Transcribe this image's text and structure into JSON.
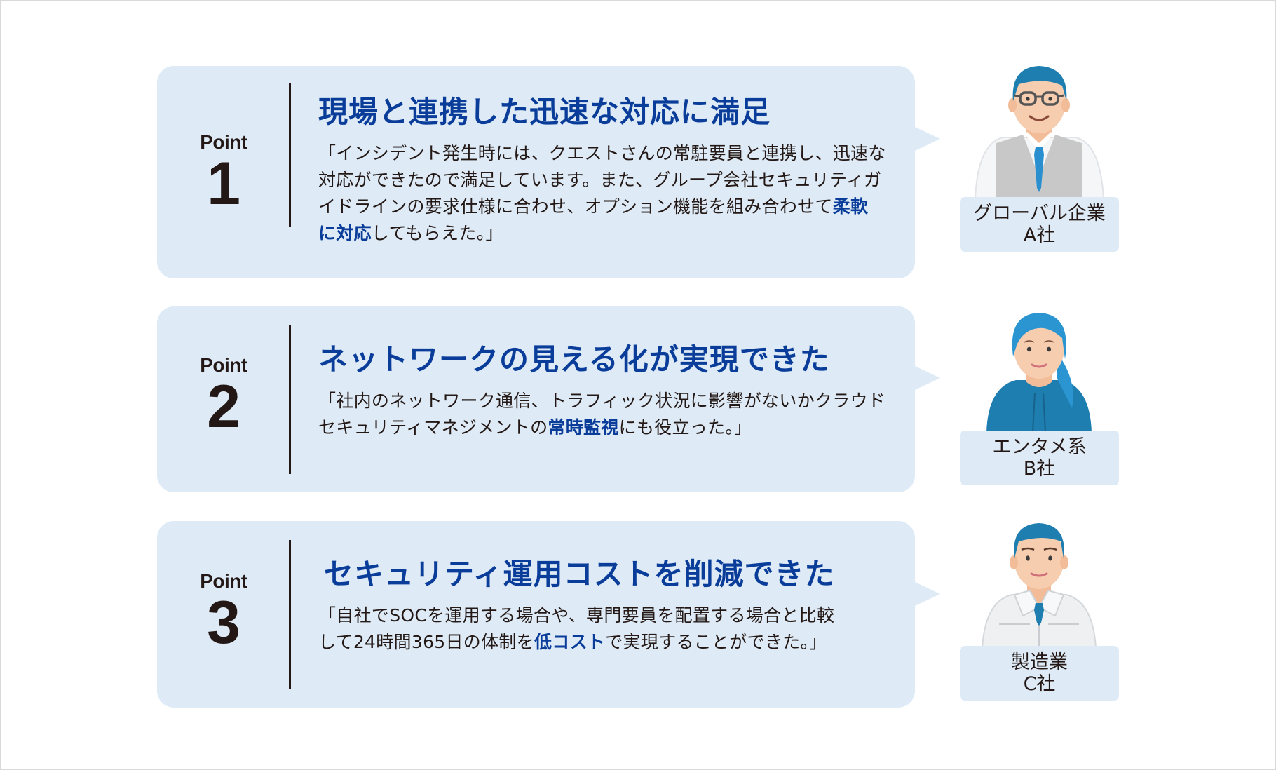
{
  "colors": {
    "card_bg": "#deebf6",
    "title": "#0a3d9a",
    "text": "#231815",
    "hair": "#1f7eb0",
    "skin": "#f7cdb0"
  },
  "points": [
    {
      "label": "Point",
      "number": "1",
      "title": "現場と連携した迅速な対応に満足",
      "body_lines": [
        {
          "pre": "「インシデント発生時には、クエストさんの常駐要員と連携し、迅速な",
          "hl": "",
          "post": ""
        },
        {
          "pre": "対応ができたので満足しています。また、グループ会社セキュリティガ",
          "hl": "",
          "post": ""
        },
        {
          "pre": "イドラインの要求仕様に合わせ、オプション機能を組み合わせて",
          "hl": "柔軟",
          "post": ""
        },
        {
          "pre": "",
          "hl": "に対応",
          "post": "してもらえた。」"
        }
      ],
      "persona": {
        "line1": "グローバル企業",
        "line2": "A社",
        "avatar": "man-with-glasses-vest-avatar"
      }
    },
    {
      "label": "Point",
      "number": "2",
      "title": "ネットワークの見える化が実現できた",
      "body_lines": [
        {
          "pre": "「社内のネットワーク通信、トラフィック状況に影響がないかクラウド",
          "hl": "",
          "post": ""
        },
        {
          "pre": "セキュリティマネジメントの",
          "hl": "常時監視",
          "post": "にも役立った。」"
        }
      ],
      "persona": {
        "line1": "エンタメ系",
        "line2": "B社",
        "avatar": "woman-ponytail-avatar"
      }
    },
    {
      "label": "Point",
      "number": "3",
      "title": "セキュリティ運用コストを削減できた",
      "body_lines": [
        {
          "pre": "「自社でSOCを運用する場合や、専門要員を配置する場合と比較",
          "hl": "",
          "post": ""
        },
        {
          "pre": "して24時間365日の体制を",
          "hl": "低コスト",
          "post": "で実現することができた。」"
        }
      ],
      "persona": {
        "line1": "製造業",
        "line2": "C社",
        "avatar": "man-work-uniform-avatar"
      }
    }
  ]
}
